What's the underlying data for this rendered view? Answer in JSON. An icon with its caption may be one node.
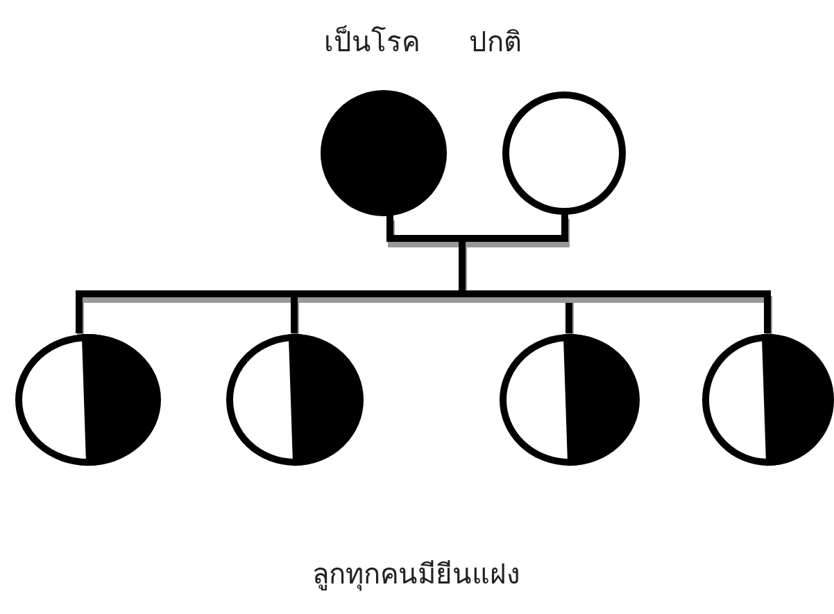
{
  "diagram": {
    "nodes": [
      {
        "text": [],
        "shape": "circle",
        "beside": [
          "เป็นโรค"
        ]
      },
      {
        "text": [],
        "shape": "circle",
        "beside": [
          "ปกติ"
        ]
      },
      {
        "text": [],
        "shape": "circle"
      },
      {
        "text": [],
        "shape": "circle"
      },
      {
        "text": [],
        "shape": "circle"
      },
      {
        "text": [],
        "shape": "circle"
      }
    ],
    "edges": [
      {
        "from": 0,
        "to": 2,
        "arrow": "none"
      },
      {
        "from": 0,
        "to": 3,
        "arrow": "none"
      },
      {
        "from": 0,
        "to": 4,
        "arrow": "none"
      },
      {
        "from": 0,
        "to": 5,
        "arrow": "none"
      },
      {
        "from": 1,
        "to": 2,
        "arrow": "none"
      },
      {
        "from": 1,
        "to": 3,
        "arrow": "none"
      },
      {
        "from": 1,
        "to": 4,
        "arrow": "none"
      },
      {
        "from": 1,
        "to": 5,
        "arrow": "none"
      }
    ],
    "labels": [
      "ลูกทุกคนมียีนแฝง"
    ]
  }
}
